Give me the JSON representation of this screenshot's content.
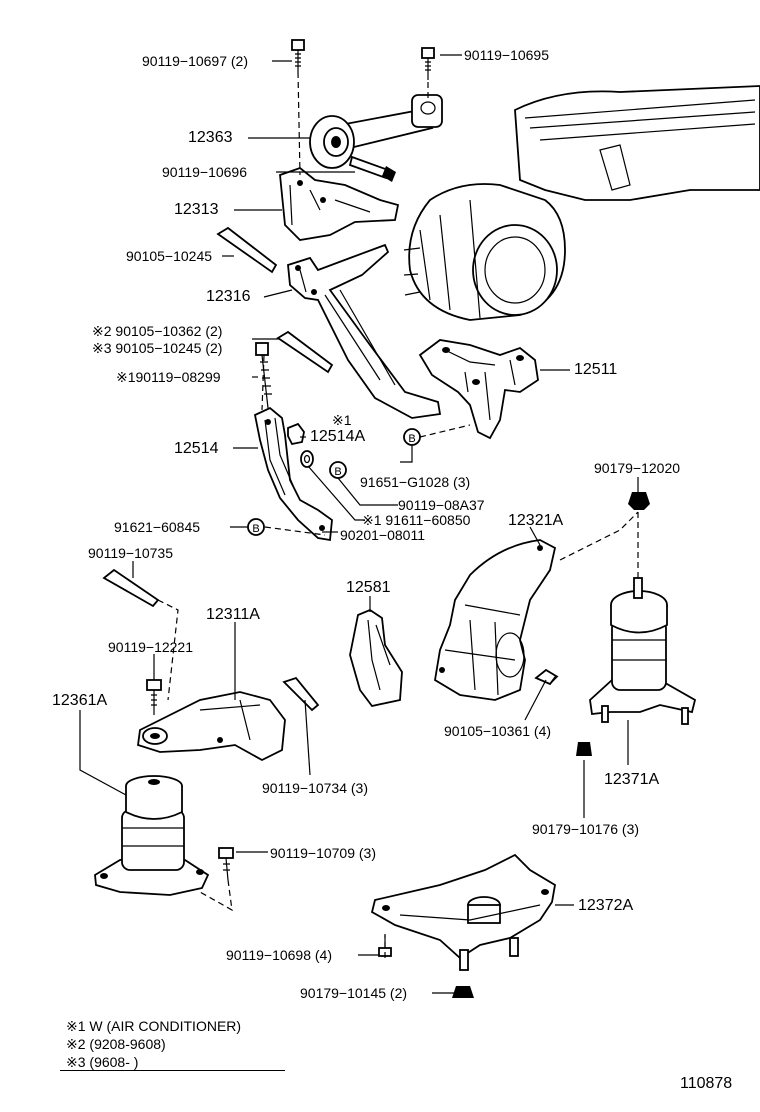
{
  "parts": {
    "b_90119_10697": "90119−10697 (2)",
    "b_90119_10695": "90119−10695",
    "n_12363": "12363",
    "b_90119_10696": "90119−10696",
    "n_12313": "12313",
    "b_90105_10245": "90105−10245",
    "n_12316": "12316",
    "b_90105_10362": "※2 90105−10362 (2)",
    "b_90105_10245b": "※3 90105−10245 (2)",
    "b_90119_08299": "※190119−08299",
    "n_12511": "12511",
    "n_12514a_mark": "※1",
    "n_12514a": "12514A",
    "n_12514": "12514",
    "b_91651_g1028": "91651−G1028 (3)",
    "b_90179_12020": "90179−12020",
    "b_90119_08a37": "90119−08A37",
    "b_91611_60850": "※1 91611−60850",
    "b_91621_60845": "91621−60845",
    "b_90201_08011": "90201−08011",
    "n_12321a": "12321A",
    "b_90119_10735": "90119−10735",
    "n_12581": "12581",
    "n_12311a": "12311A",
    "b_90119_12221": "90119−12221",
    "n_12361a": "12361A",
    "b_90105_10361": "90105−10361 (4)",
    "b_90119_10734": "90119−10734 (3)",
    "n_12371a": "12371A",
    "b_90179_10176": "90179−10176 (3)",
    "b_90119_10709": "90119−10709 (3)",
    "n_12372a": "12372A",
    "b_90119_10698": "90119−10698 (4)",
    "b_90179_10145": "90179−10145 (2)"
  },
  "callout_letter": "B",
  "notes": {
    "n1": "※1 W (AIR CONDITIONER)",
    "n2": "※2 (9208-9608)",
    "n3": "※3 (9608-          )"
  },
  "figure_number": "110878"
}
